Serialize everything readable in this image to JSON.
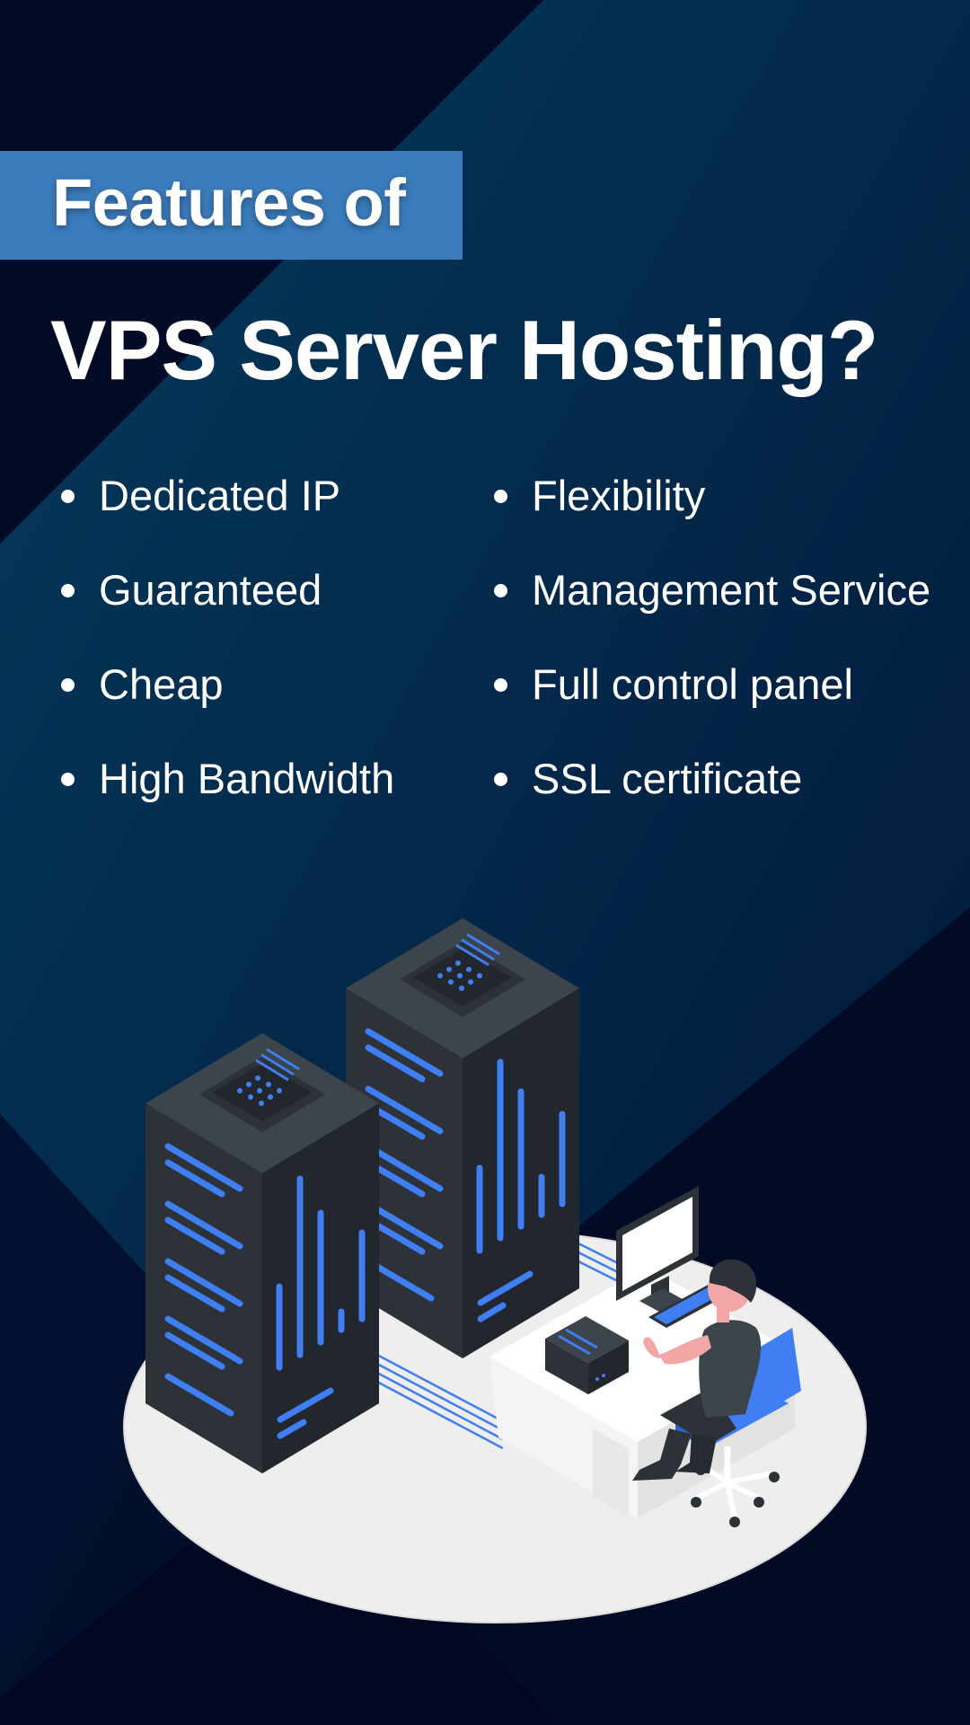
{
  "title": {
    "line1": "Features of",
    "line2": "VPS Server Hosting?"
  },
  "features": {
    "left": [
      "Dedicated IP",
      "Guaranteed",
      "Cheap",
      "High Bandwidth"
    ],
    "right": [
      "Flexibility",
      "Management Service",
      "Full control panel",
      "SSL certificate"
    ]
  },
  "illustration": {
    "icons": [
      "server-rack-icon",
      "server-rack-icon",
      "monitor-icon",
      "keyboard-icon",
      "mini-server-icon",
      "person-icon",
      "office-chair-icon"
    ]
  },
  "colors": {
    "background": "#020a26",
    "background_accent": "#04385a",
    "banner": "#3b7cbc",
    "accent_blue": "#3f7ef3",
    "server_dark": "#2c3238",
    "floor": "#eeeeee",
    "text": "#ffffff"
  }
}
